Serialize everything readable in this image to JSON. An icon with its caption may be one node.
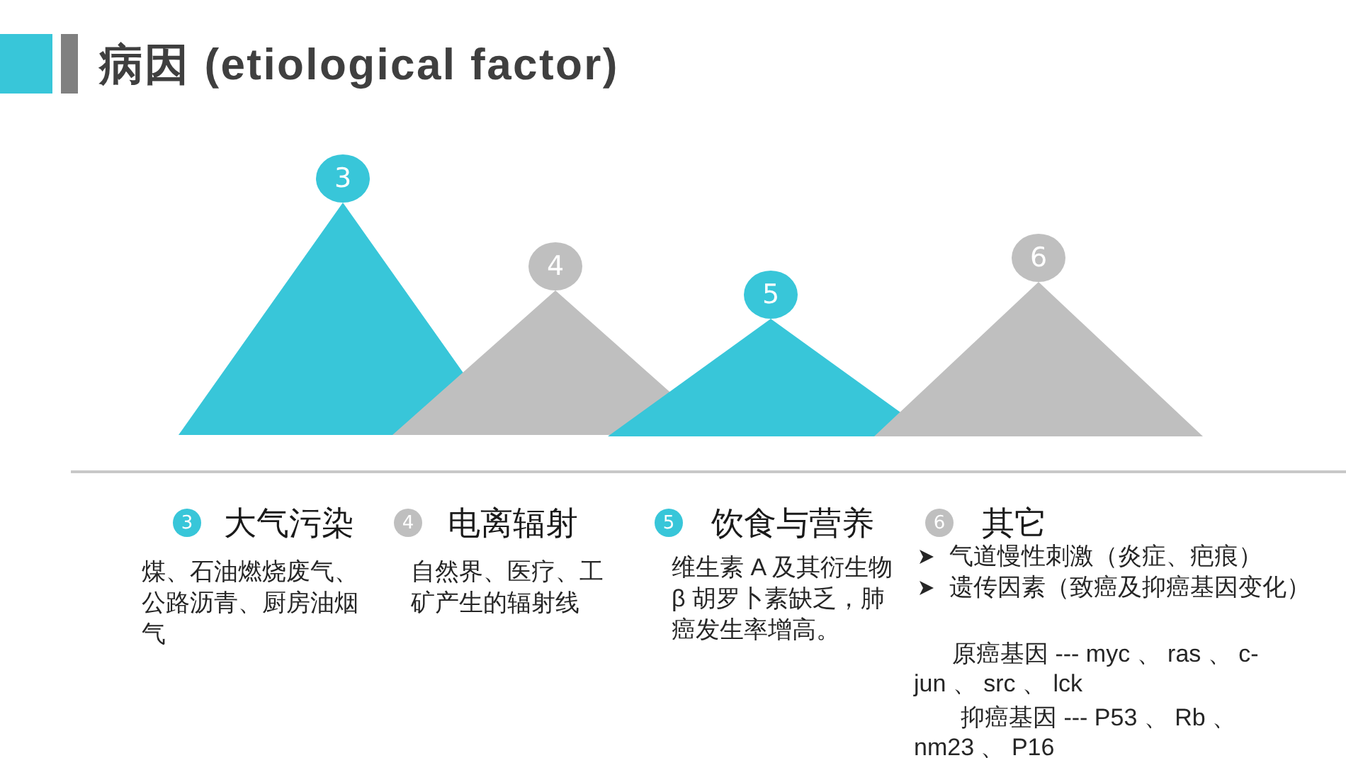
{
  "diagram": {
    "title": "病因 (etiological factor)",
    "nodes": [
      {
        "text": [
          "3"
        ]
      },
      {
        "text": [
          "4"
        ]
      },
      {
        "text": [
          "5"
        ]
      },
      {
        "text": [
          "6"
        ]
      },
      {
        "text": [
          "3"
        ],
        "beside": [
          "大气污染"
        ]
      },
      {
        "text": [
          "4"
        ],
        "beside": [
          "电离辐射"
        ]
      },
      {
        "text": [
          "5"
        ],
        "beside": [
          "饮食与营养"
        ]
      },
      {
        "text": [
          "6"
        ],
        "beside": [
          "其它"
        ]
      }
    ],
    "labels": [
      "煤、石油燃烧废气、公路沥青、厨房油烟气",
      "自然界、医疗、工矿产生的辐射线",
      "维生素 A 及其衍生物 β 胡罗卜素缺乏，肺癌发生率增高。",
      "气道慢性刺激（炎症、疤痕）",
      "遗传因素（致癌及抑癌基因变化）",
      "原癌基因 --- myc 、 ras 、 c-jun 、 src 、 lck",
      "抑癌基因 --- P53 、 Rb 、 nm23 、 P16"
    ]
  }
}
